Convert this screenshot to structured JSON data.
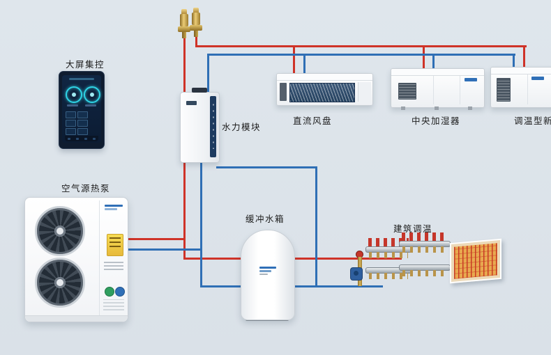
{
  "diagram": {
    "labels": {
      "control_panel": "大屏集控",
      "heat_pump": "空气源热泵",
      "hydraulic_module": "水力模块",
      "buffer_tank": "缓冲水箱",
      "fan_coil": "直流风盘",
      "humidifier": "中央加湿器",
      "fresh_air": "调温型新风",
      "building_control": "建筑调温"
    },
    "colors": {
      "background": "#dfe6ec",
      "supply_pipe_red": "#cf3328",
      "return_pipe_blue": "#2f6fb5",
      "brass": "#b9944a"
    }
  }
}
